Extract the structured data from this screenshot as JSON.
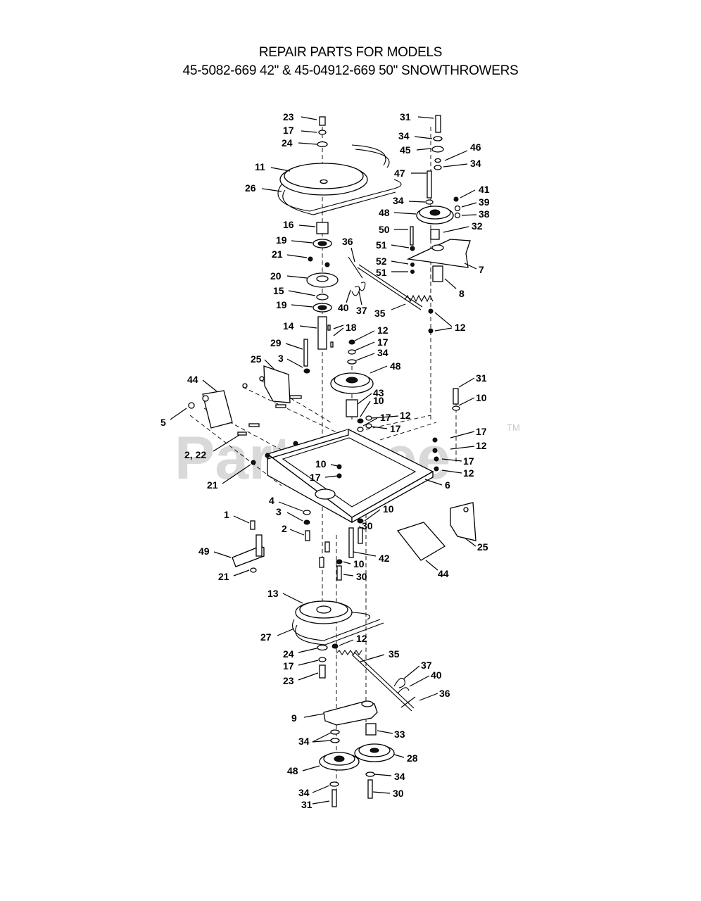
{
  "header": {
    "line1": "REPAIR PARTS FOR MODELS",
    "line2": "45-5082-669 42\" & 45-04912-669 50\" SNOWTHROWERS"
  },
  "watermark": {
    "text": "PartsTree",
    "trademark": "TM"
  },
  "callouts": [
    "23",
    "17",
    "24",
    "11",
    "26",
    "16",
    "19",
    "21",
    "20",
    "15",
    "19",
    "14",
    "18",
    "29",
    "3",
    "25",
    "44",
    "5",
    "2, 22",
    "21",
    "31",
    "34",
    "45",
    "46",
    "34",
    "47",
    "34",
    "41",
    "39",
    "38",
    "48",
    "32",
    "50",
    "51",
    "52",
    "51",
    "7",
    "8",
    "36",
    "40",
    "37",
    "35",
    "12",
    "12",
    "17",
    "34",
    "48",
    "43",
    "10",
    "17",
    "12",
    "17",
    "31",
    "10",
    "17",
    "12",
    "17",
    "12",
    "10",
    "17",
    "6",
    "4",
    "3",
    "2",
    "1",
    "49",
    "21",
    "10",
    "30",
    "42",
    "10",
    "30",
    "44",
    "25",
    "13",
    "27",
    "24",
    "12",
    "17",
    "23",
    "35",
    "37",
    "40",
    "36",
    "9",
    "33",
    "34",
    "28",
    "48",
    "34",
    "34",
    "31",
    "30"
  ]
}
